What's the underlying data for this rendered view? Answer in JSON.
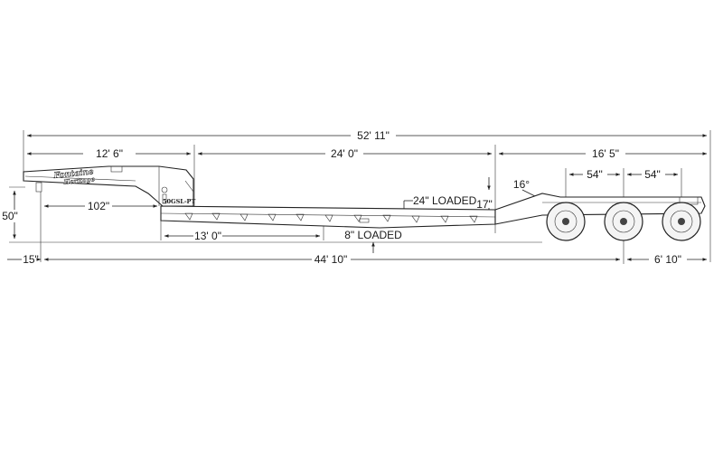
{
  "diagram": {
    "brand_logo": "Fontaine Heritage",
    "model_label": "50GSL-PT",
    "dimensions": {
      "overall_length": "52' 11\"",
      "gooseneck_length": "12' 6\"",
      "deck_length": "24' 0\"",
      "rear_section_length": "16' 5\"",
      "axle_spacing_1": "54\"",
      "axle_spacing_2": "54\"",
      "swing_clearance": "102\"",
      "loaded_height_front": "24\" LOADED",
      "rear_deck_height": "17\"",
      "beavertail_angle": "16°",
      "fifth_wheel_height": "50\"",
      "kingpin_setback": "15\"",
      "ramp_section_length": "13' 0\"",
      "loaded_height_deck": "8\" LOADED",
      "kingpin_to_axle": "44' 10\"",
      "rear_overhang": "6' 10\""
    }
  }
}
